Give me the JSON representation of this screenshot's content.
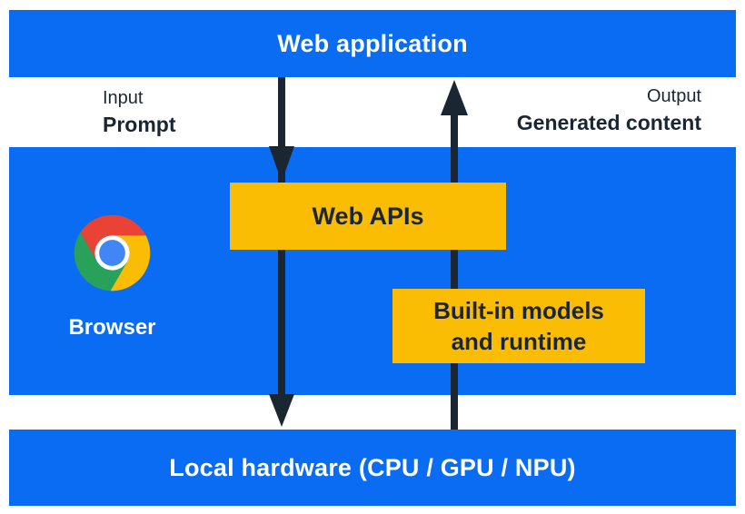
{
  "app_bar": {
    "label": "Web application"
  },
  "flow_labels": {
    "input_caption": "Input",
    "input_value": "Prompt",
    "output_caption": "Output",
    "output_value": "Generated content"
  },
  "browser_section": {
    "browser_label": "Browser",
    "web_apis_label": "Web APIs",
    "builtin_models_line1": "Built-in models",
    "builtin_models_line2": "and runtime"
  },
  "hardware_bar": {
    "label": "Local hardware (CPU / GPU / NPU)"
  },
  "icons": {
    "browser_logo": "chrome-logo-icon",
    "flow_down": "down-arrow-icon",
    "flow_up": "up-arrow-icon"
  },
  "colors": {
    "section_blue": "#0a6cf2",
    "accent_yellow": "#fbbc04",
    "ink_navy": "#1b2633",
    "text_white": "#ffffff",
    "chrome_red": "#e94335",
    "chrome_yellow": "#fbbc05",
    "chrome_green": "#28a25b",
    "chrome_blue": "#4285f4"
  }
}
